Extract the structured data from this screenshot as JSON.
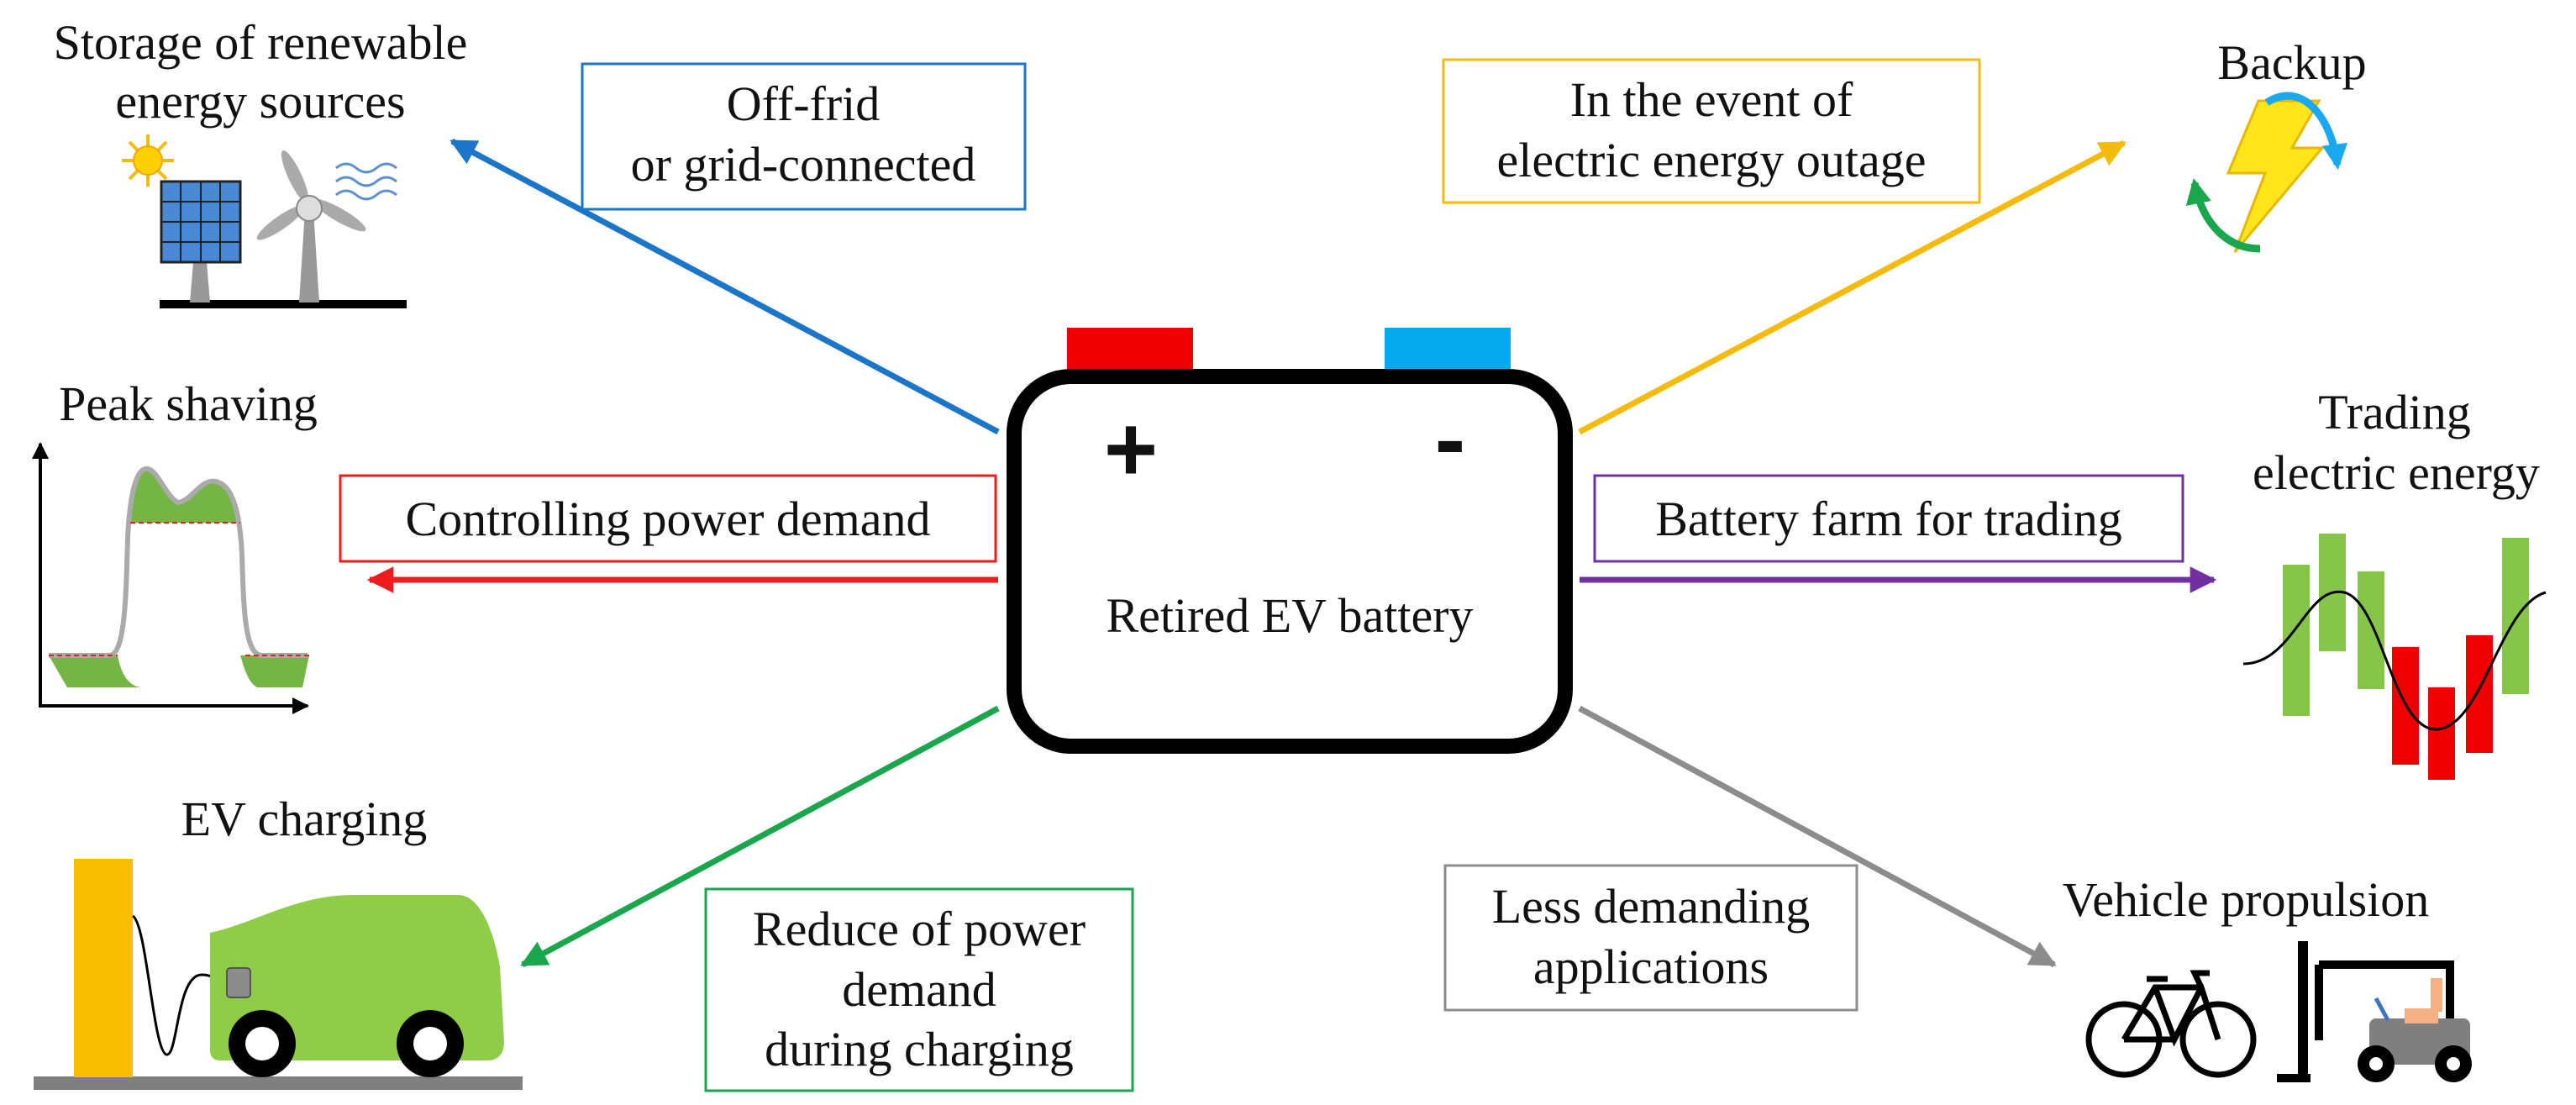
{
  "center": {
    "label": "Retired EV battery",
    "plus": "+",
    "minus": "-"
  },
  "arrows": {
    "renewable": {
      "text": [
        "Off-frid",
        "or grid-connected"
      ],
      "color": "#1b75c8"
    },
    "backup": {
      "text": [
        "In the event of",
        "electric energy outage"
      ],
      "color": "#f5bb0c"
    },
    "peak": {
      "text": "Controlling power demand",
      "color": "#ee1c1c"
    },
    "trading": {
      "text": "Battery farm for trading",
      "color": "#7030a0"
    },
    "charging": {
      "text": [
        "Reduce of power",
        "demand",
        "during charging"
      ],
      "color": "#1aa64c"
    },
    "propulsion": {
      "text": [
        "Less demanding",
        "applications"
      ],
      "color": "#8c8c8c"
    }
  },
  "applications": {
    "renewable": [
      "Storage of renewable",
      "energy sources"
    ],
    "backup": "Backup",
    "peak": "Peak shaving",
    "trading": [
      "Trading",
      "electric energy"
    ],
    "charging": "EV charging",
    "propulsion": "Vehicle propulsion"
  },
  "icons": {
    "renewable": "solar-panel-wind-turbine-icon",
    "backup": "lightning-cycle-icon",
    "peak": "peak-shaving-graph-icon",
    "trading": "candlestick-chart-icon",
    "charging": "ev-charging-icon",
    "propulsion": "bicycle-forklift-icon"
  }
}
